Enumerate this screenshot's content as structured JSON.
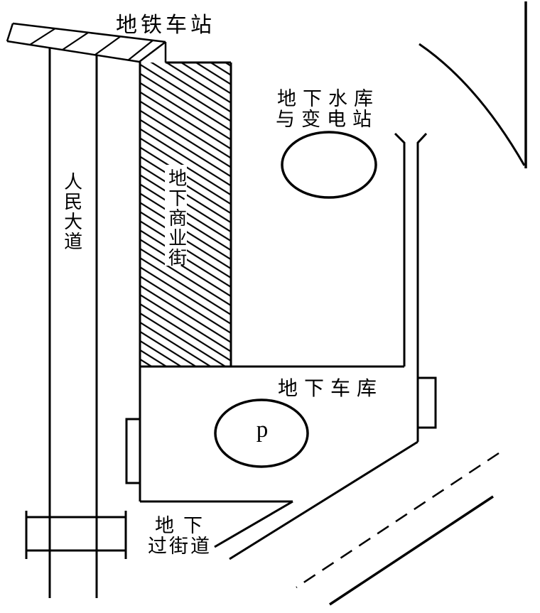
{
  "diagram": {
    "description": "Schematic plan of an underground complex beside an avenue",
    "labels": {
      "subway_station": "地铁车站",
      "avenue": "人民大道",
      "mall": "地下商业街",
      "reservoir_line1": "地下水库",
      "reservoir_line2": "与变电站",
      "garage": "地下车库",
      "parking": "p",
      "crossing_line1": "地下",
      "crossing_line2": "过街道"
    },
    "colors": {
      "line": "#000000",
      "background": "#ffffff"
    }
  }
}
